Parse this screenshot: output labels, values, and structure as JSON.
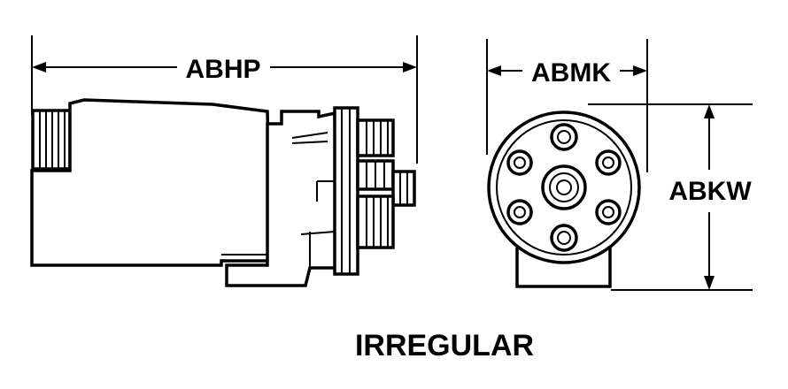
{
  "dimensions": {
    "overall_length": "ABHP",
    "face_width": "ABMK",
    "height": "ABKW"
  },
  "shape_label": "IRREGULAR"
}
